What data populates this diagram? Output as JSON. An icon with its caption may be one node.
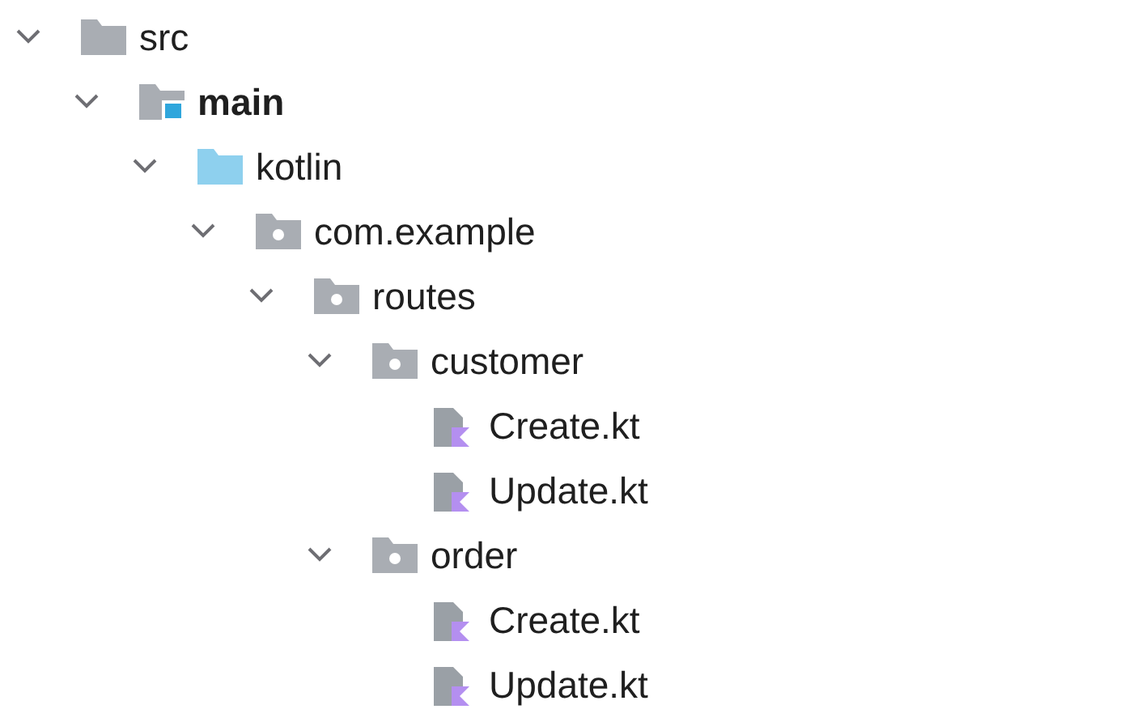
{
  "diagram": {
    "labels": [
      "src",
      "main",
      "kotlin",
      "com.example",
      "routes",
      "customer",
      "Create.kt",
      "Update.kt",
      "order",
      "Create.kt",
      "Update.kt"
    ]
  }
}
